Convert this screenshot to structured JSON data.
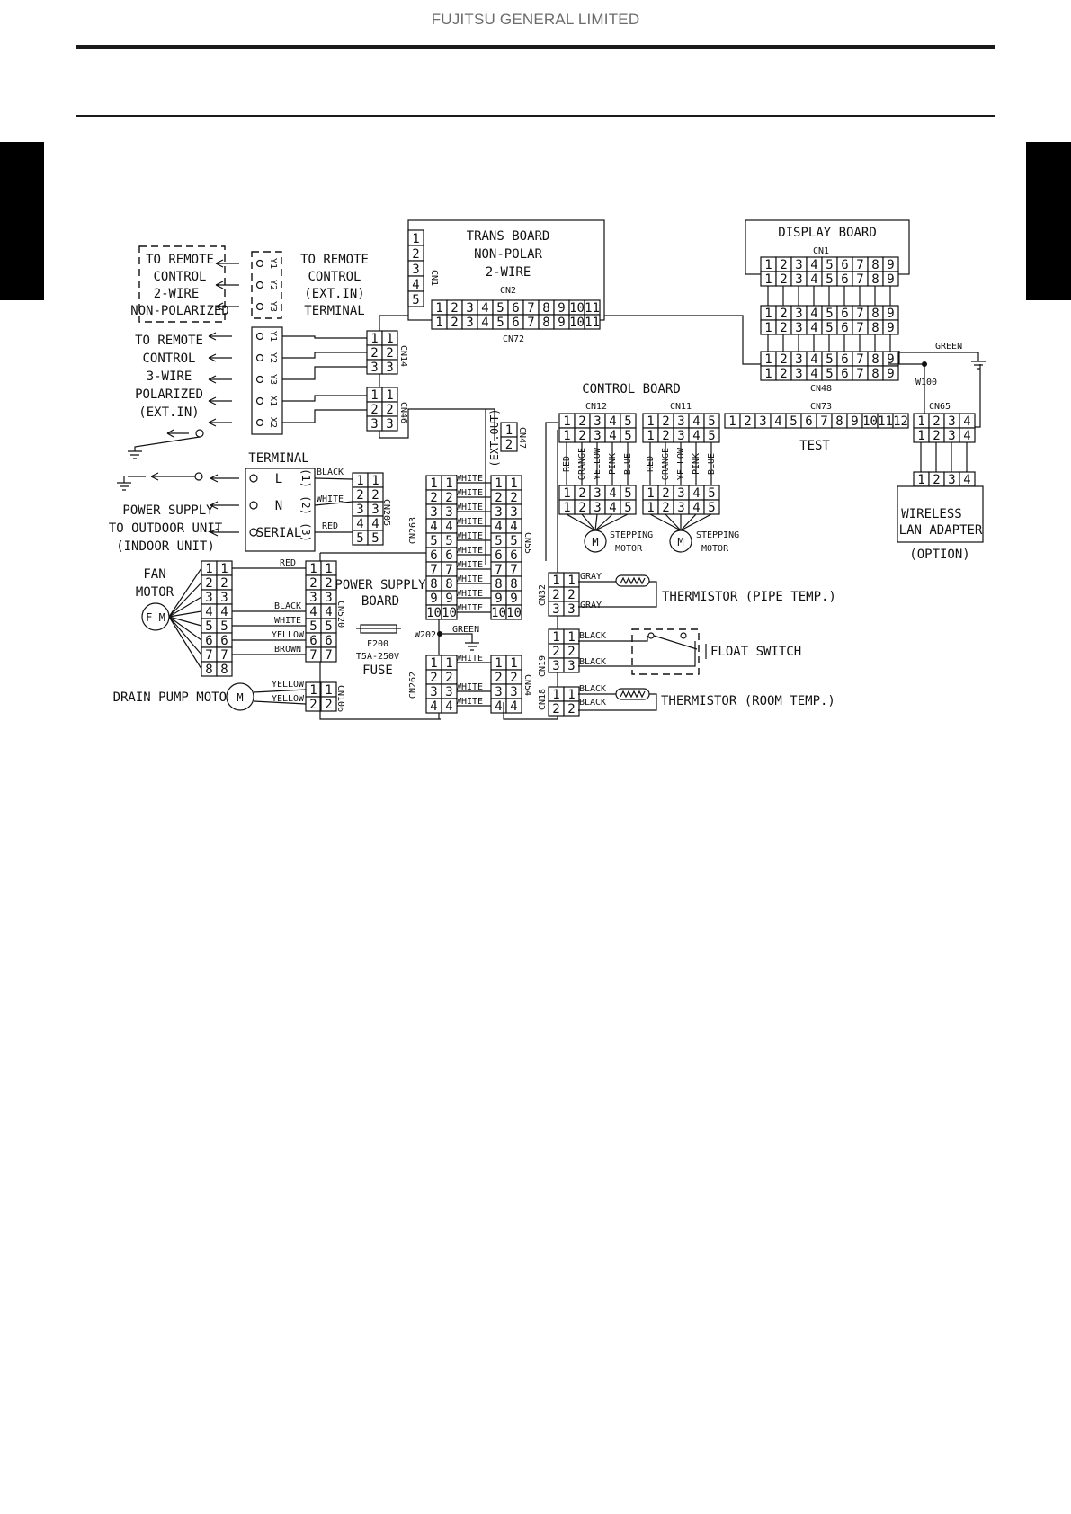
{
  "header": {
    "company": "FUJITSU GENERAL LIMITED"
  },
  "diagram": {
    "trans_board": {
      "title": [
        "TRANS BOARD",
        "NON-POLAR",
        "2-WIRE"
      ],
      "cn1": "CN1",
      "cn2": "CN2",
      "cn72": "CN72"
    },
    "display_board": {
      "title": "DISPLAY BOARD",
      "cn1": "CN1",
      "cn48": "CN48"
    },
    "control_board": {
      "title": "CONTROL BOARD",
      "cn12": "CN12",
      "cn11": "CN11",
      "cn73": "CN73",
      "cn65": "CN65",
      "test": "TEST",
      "cn47": "CN47",
      "ext_out": "(EXT.OUT)"
    },
    "power_supply_board": {
      "title": [
        "POWER SUPPLY",
        "BOARD"
      ],
      "fuse": [
        "F200",
        "T5A-250V",
        "FUSE"
      ],
      "w202": "W202",
      "w100": "W100"
    },
    "remote_2wire": {
      "left": [
        "TO REMOTE",
        "CONTROL",
        "2-WIRE",
        "NON-POLARIZED"
      ],
      "right": [
        "TO REMOTE",
        "CONTROL",
        "(EXT.IN)",
        "TERMINAL"
      ],
      "pins": [
        "Y1",
        "Y2",
        "Y3"
      ]
    },
    "remote_3wire": {
      "left": [
        "TO REMOTE",
        "CONTROL",
        "3-WIRE",
        "POLARIZED",
        "(EXT.IN)"
      ],
      "pins": [
        "Y1",
        "Y2",
        "Y3",
        "X1",
        "X2"
      ]
    },
    "terminal": {
      "title": "TERMINAL",
      "rows": [
        "L",
        "N",
        "SERIAL"
      ],
      "nums": [
        "(1)",
        "(2)",
        "(3)"
      ]
    },
    "power_supply_label": [
      "POWER SUPPLY",
      "TO OUTDOOR UNIT",
      "(INDOOR UNIT)"
    ],
    "fan_motor": {
      "title": [
        "FAN",
        "MOTOR"
      ],
      "symbol": "F M"
    },
    "drain_pump": {
      "title": "DRAIN PUMP MOTOR",
      "symbol": "M"
    },
    "stepping_motor": {
      "label": [
        "STEPPING",
        "MOTOR"
      ],
      "symbol": "M"
    },
    "wireless": {
      "title": [
        "WIRELESS",
        "LAN ADAPTER"
      ],
      "option": "(OPTION)"
    },
    "thermistor_pipe": "THERMISTOR (PIPE TEMP.)",
    "float_switch": "FLOAT SWITCH",
    "thermistor_room": "THERMISTOR (ROOM TEMP.)",
    "connectors": {
      "cn14": "CN14",
      "cn46": "CN46",
      "cn205": "CN205",
      "cn263": "CN263",
      "cn55": "CN55",
      "cn520": "CN520",
      "cn262": "CN262",
      "cn54": "CN54",
      "cn106": "CN106",
      "cn32": "CN32",
      "cn19": "CN19",
      "cn18": "CN18"
    },
    "wires": {
      "red": "RED",
      "white": "WHITE",
      "black": "BLACK",
      "blue": "BLUE",
      "orange": "ORANGE",
      "yellow": "YELLOW",
      "brown": "BROWN",
      "gray": "GRAY",
      "green": "GREEN",
      "pink": "PINK"
    }
  }
}
